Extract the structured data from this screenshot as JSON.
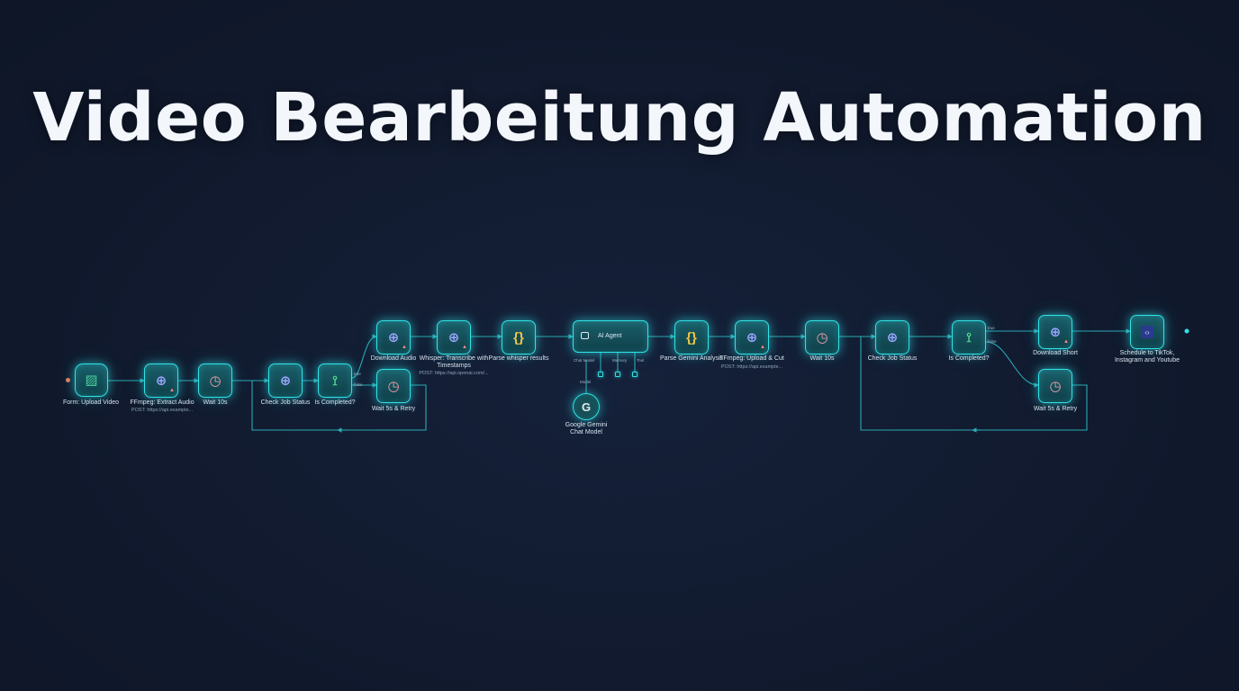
{
  "title": "Video Bearbeitung Automation",
  "colors": {
    "background": "#111a2e",
    "node_border": "#2fe3e7",
    "node_fill": "#0f3f49",
    "edge": "#2aa9b3",
    "warning": "#ff8a8a"
  },
  "nodes": [
    {
      "id": "form",
      "label": "Form: Upload Video",
      "sub": "",
      "icon": "form-icon"
    },
    {
      "id": "ffmpeg_extract",
      "label": "FFmpeg: Extract Audio",
      "sub": "POST: https://api.example...",
      "icon": "globe-icon"
    },
    {
      "id": "wait1",
      "label": "Wait 10s",
      "sub": "",
      "icon": "clock-icon"
    },
    {
      "id": "check1",
      "label": "Check Job Status",
      "sub": "",
      "icon": "globe-icon"
    },
    {
      "id": "completed1",
      "label": "Is Completed?",
      "sub": "",
      "icon": "if-icon"
    },
    {
      "id": "wait_retry1",
      "label": "Wait 5s & Retry",
      "sub": "",
      "icon": "clock-icon"
    },
    {
      "id": "download_audio",
      "label": "Download Audio",
      "sub": "",
      "icon": "globe-icon"
    },
    {
      "id": "whisper",
      "label": "Whisper: Transcribe with Timestamps",
      "sub": "POST: https://api.openai.com/...",
      "icon": "globe-icon"
    },
    {
      "id": "parse_whisper",
      "label": "Parse whisper results",
      "sub": "",
      "icon": "code-icon"
    },
    {
      "id": "agent",
      "label": "AI Agent",
      "sub": "",
      "icon": "agent-icon"
    },
    {
      "id": "gemini",
      "label": "Google Gemini Chat Model",
      "sub": "",
      "icon": "google-icon"
    },
    {
      "id": "parse_gemini",
      "label": "Parse Gemini Analysis",
      "sub": "",
      "icon": "code-icon"
    },
    {
      "id": "ffmpeg_cut",
      "label": "FFmpeg: Upload & Cut",
      "sub": "POST: https://api.example...",
      "icon": "globe-icon"
    },
    {
      "id": "wait2",
      "label": "Wait 10s",
      "sub": "",
      "icon": "clock-icon"
    },
    {
      "id": "check2",
      "label": "Check Job Status",
      "sub": "",
      "icon": "globe-icon"
    },
    {
      "id": "completed2",
      "label": "Is Completed?",
      "sub": "",
      "icon": "if-icon"
    },
    {
      "id": "download_short",
      "label": "Download Short",
      "sub": "",
      "icon": "globe-icon"
    },
    {
      "id": "wait_retry2",
      "label": "Wait 5s & Retry",
      "sub": "",
      "icon": "clock-icon"
    },
    {
      "id": "schedule",
      "label": "Schedule to TikTok, Instagram and Youtube",
      "sub": "",
      "icon": "upload-post-icon"
    }
  ],
  "agent_ports": [
    "Chat Model",
    "Memory",
    "Tool"
  ],
  "gemini_port_label": "Model",
  "edge_labels": {
    "true": "true",
    "false": "false"
  }
}
